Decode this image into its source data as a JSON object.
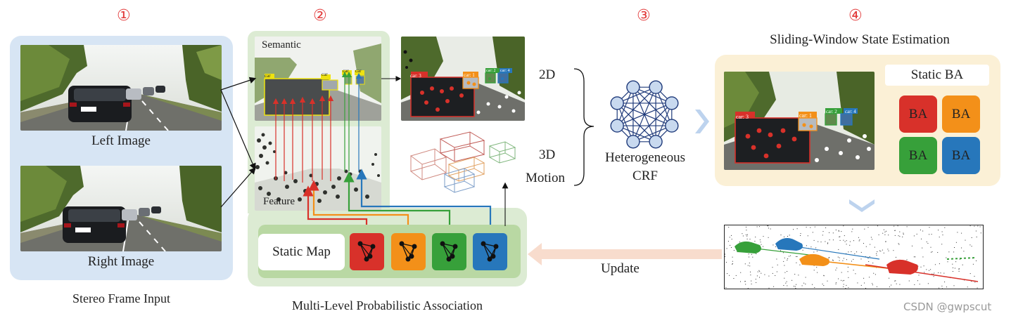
{
  "steps": [
    {
      "num": "①"
    },
    {
      "num": "②"
    },
    {
      "num": "③"
    },
    {
      "num": "④"
    }
  ],
  "stereo": {
    "left_label": "Left Image",
    "right_label": "Right Image",
    "caption": "Stereo Frame Input"
  },
  "association": {
    "semantic_label": "Semantic",
    "feature_label": "Feature",
    "static_map_label": "Static Map",
    "caption": "Multi-Level Probabilistic Association"
  },
  "detections": {
    "car_tag": "car",
    "right_tags": [
      "car: 3",
      "car: 1",
      "car: 2",
      "car: 4"
    ]
  },
  "middle": {
    "label_2d": "2D",
    "label_3d": "3D",
    "label_motion": "Motion"
  },
  "crf": {
    "line1": "Heterogeneous",
    "line2": "CRF"
  },
  "sliding_window": {
    "title": "Sliding-Window State Estimation",
    "static_ba": "Static BA",
    "ba_label": "BA",
    "ba_tags": [
      "car: 3",
      "car: 1",
      "car: 2",
      "car: 4"
    ]
  },
  "update_label": "Update",
  "watermark": "CSDN @gwpscut",
  "colors": {
    "red": "#d8312a",
    "orange": "#f39019",
    "green": "#37a03a",
    "blue": "#2777bb",
    "stereo_panel": "#d7e5f4",
    "assoc_panel": "#dcebd3",
    "sw_panel": "#fbf0d6",
    "crf_node": "#c8d9ef",
    "crf_edge": "#1f3a7a",
    "chevron": "#bdd3ee",
    "update_arrow": "#f8dccd"
  }
}
